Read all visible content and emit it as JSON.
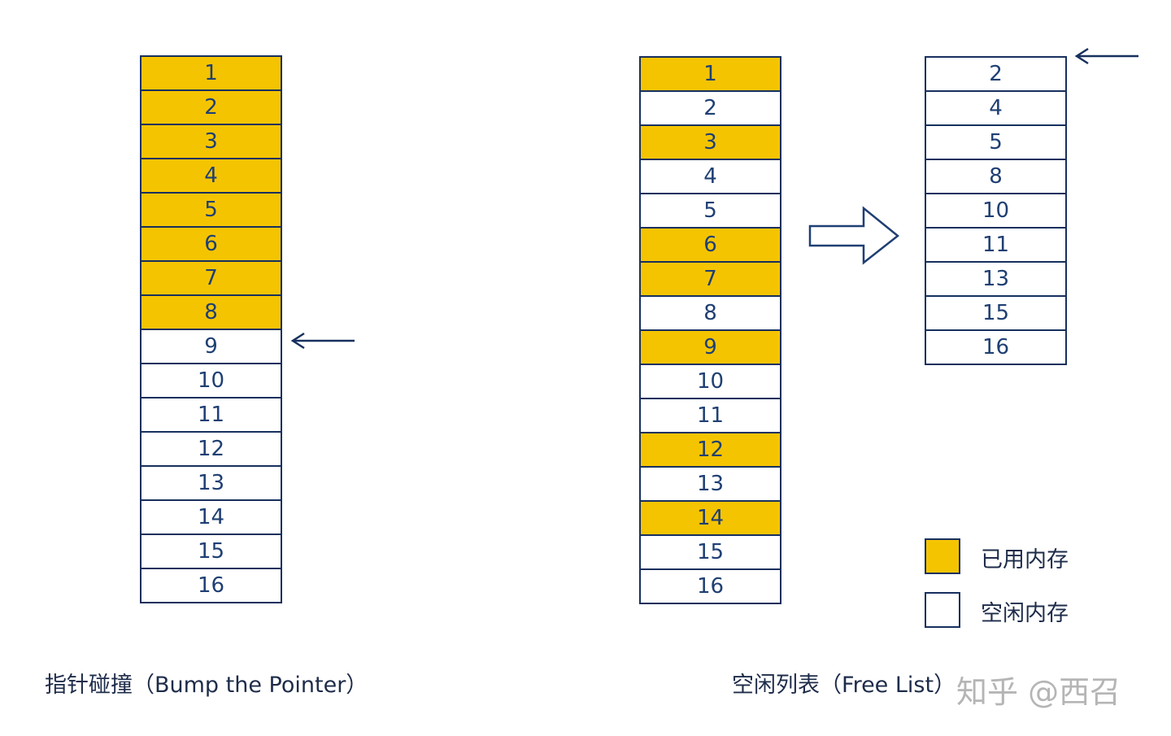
{
  "bump_pointer": {
    "cells": [
      {
        "label": "1",
        "used": true
      },
      {
        "label": "2",
        "used": true
      },
      {
        "label": "3",
        "used": true
      },
      {
        "label": "4",
        "used": true
      },
      {
        "label": "5",
        "used": true
      },
      {
        "label": "6",
        "used": true
      },
      {
        "label": "7",
        "used": true
      },
      {
        "label": "8",
        "used": true
      },
      {
        "label": "9",
        "used": false
      },
      {
        "label": "10",
        "used": false
      },
      {
        "label": "11",
        "used": false
      },
      {
        "label": "12",
        "used": false
      },
      {
        "label": "13",
        "used": false
      },
      {
        "label": "14",
        "used": false
      },
      {
        "label": "15",
        "used": false
      },
      {
        "label": "16",
        "used": false
      }
    ],
    "caption": "指针碰撞（Bump the Pointer）"
  },
  "free_list": {
    "cells": [
      {
        "label": "1",
        "used": true
      },
      {
        "label": "2",
        "used": false
      },
      {
        "label": "3",
        "used": true
      },
      {
        "label": "4",
        "used": false
      },
      {
        "label": "5",
        "used": false
      },
      {
        "label": "6",
        "used": true
      },
      {
        "label": "7",
        "used": true
      },
      {
        "label": "8",
        "used": false
      },
      {
        "label": "9",
        "used": true
      },
      {
        "label": "10",
        "used": false
      },
      {
        "label": "11",
        "used": false
      },
      {
        "label": "12",
        "used": true
      },
      {
        "label": "13",
        "used": false
      },
      {
        "label": "14",
        "used": true
      },
      {
        "label": "15",
        "used": false
      },
      {
        "label": "16",
        "used": false
      }
    ],
    "list": [
      "2",
      "4",
      "5",
      "8",
      "10",
      "11",
      "13",
      "15",
      "16"
    ],
    "caption": "空闲列表（Free List）"
  },
  "legend": {
    "used": "已用内存",
    "free": "空闲内存"
  },
  "colors": {
    "used": "#f5c400",
    "free": "#ffffff",
    "border": "#17305e",
    "text": "#1f3f73"
  },
  "watermark": "知乎 @西召"
}
